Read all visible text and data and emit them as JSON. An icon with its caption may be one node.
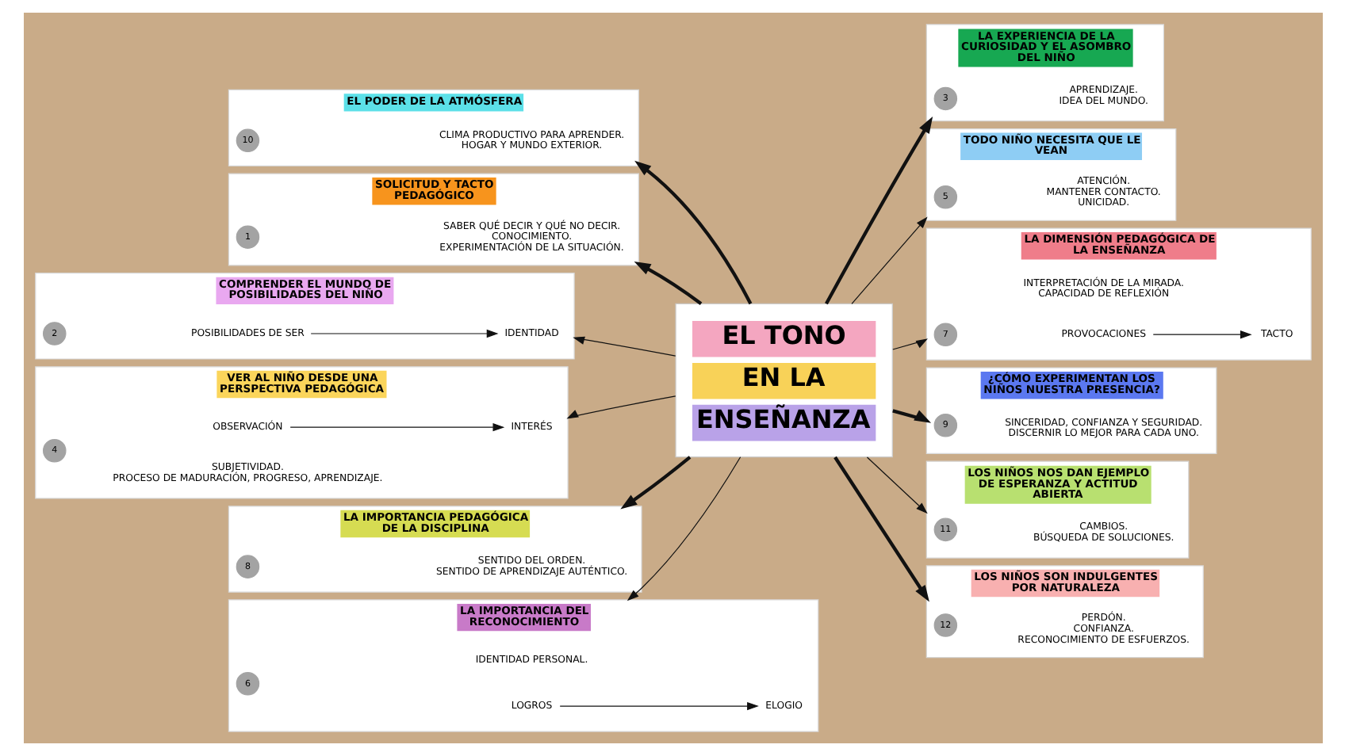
{
  "diagram": {
    "nodes": [
      {
        "text": [
          "EL TONO",
          "EN LA",
          "ENSEÑANZA"
        ]
      },
      {
        "text": [
          "SOLICITUD Y TACTO PEDAGÓGICO"
        ]
      },
      {
        "text": [
          "1"
        ],
        "in": 1
      },
      {
        "text": [
          "SABER QUÉ DECIR Y QUÉ NO DECIR.",
          "CONOCIMIENTO.",
          "EXPERIMENTACIÓN DE LA SITUACIÓN."
        ],
        "in": 1
      },
      {
        "text": [
          "COMPRENDER EL MUNDO DE POSIBILIDADES DEL NIÑO"
        ]
      },
      {
        "text": [
          "2"
        ],
        "in": 4
      },
      {
        "text": [
          "POSIBILIDADES DE SER"
        ],
        "in": 4
      },
      {
        "text": [
          "IDENTIDAD"
        ],
        "in": 4
      },
      {
        "text": [
          "LA EXPERIENCIA DE LA CURIOSIDAD Y EL ASOMBRO DEL NIÑO"
        ]
      },
      {
        "text": [
          "3"
        ],
        "in": 8
      },
      {
        "text": [
          "APRENDIZAJE.",
          "IDEA DEL MUNDO."
        ],
        "in": 8
      },
      {
        "text": [
          "VER AL NIÑO DESDE UNA PERSPECTIVA PEDAGÓGICA"
        ]
      },
      {
        "text": [
          "4"
        ],
        "in": 11
      },
      {
        "text": [
          "SUBJETIVIDAD.",
          "PROCESO DE MADURACIÓN, PROGRESO, APRENDIZAJE."
        ],
        "in": 11
      },
      {
        "text": [
          "OBSERVACIÓN"
        ],
        "in": 11
      },
      {
        "text": [
          "INTERÉS"
        ],
        "in": 11
      },
      {
        "text": [
          "TODO NIÑO NECESITA QUE LE VEAN"
        ]
      },
      {
        "text": [
          "5"
        ],
        "in": 16
      },
      {
        "text": [
          "ATENCIÓN.",
          "MANTENER CONTACTO.",
          "UNICIDAD."
        ],
        "in": 16
      },
      {
        "text": [
          "LA IMPORTANCIA DEL RECONOCIMIENTO"
        ]
      },
      {
        "text": [
          "6"
        ],
        "in": 19
      },
      {
        "text": [
          "LOGROS"
        ],
        "in": 19
      },
      {
        "text": [
          "ELOGIO"
        ],
        "in": 19
      },
      {
        "text": [
          "IDENTIDAD PERSONAL."
        ],
        "in": 19
      },
      {
        "text": [
          "LA DIMENSIÓN PEDAGÓGICA DE LA ENSEÑANZA"
        ]
      },
      {
        "text": [
          "7"
        ],
        "in": 24
      },
      {
        "text": [
          "PROVOCACIONES"
        ],
        "in": 24
      },
      {
        "text": [
          "TACTO"
        ],
        "in": 24
      },
      {
        "text": [
          "INTERPRETACIÓN DE LA MIRADA.",
          "CAPACIDAD DE REFLEXIÓN"
        ],
        "in": 24
      },
      {
        "text": [
          "LA IMPORTANCIA PEDAGÓGICA DE LA DISCIPLINA"
        ]
      },
      {
        "text": [
          "8"
        ],
        "in": 29
      },
      {
        "text": [
          "SENTIDO DEL ORDEN.",
          "SENTIDO DE APRENDIZAJE AUTÉNTICO."
        ],
        "in": 29
      },
      {
        "text": [
          "¿CÓMO EXPERIMENTAN LOS NIÑOS NUESTRA PRESENCIA?"
        ]
      },
      {
        "text": [
          "9"
        ],
        "in": 32
      },
      {
        "text": [
          "SINCERIDAD, CONFIANZA Y SEGURIDAD.",
          "DISCERNIR LO MEJOR PARA CADA UNO."
        ],
        "in": 32
      },
      {
        "text": [
          "EL PODER DE LA ATMÓSFERA"
        ]
      },
      {
        "text": [
          "10"
        ],
        "in": 35
      },
      {
        "text": [
          "CLIMA PRODUCTIVO PARA APRENDER.",
          "HOGAR Y MUNDO EXTERIOR."
        ],
        "in": 35
      },
      {
        "text": [
          "LOS NIÑOS NOS DAN EJEMPLO DE ESPERANZA Y ACTITUD ABIERTA"
        ]
      },
      {
        "text": [
          "11"
        ],
        "in": 38
      },
      {
        "text": [
          "CAMBIOS.",
          "BÚSQUEDA DE SOLUCIONES."
        ],
        "in": 38
      },
      {
        "text": [
          "LOS NIÑOS SON INDULGENTES POR NATURALEZA"
        ]
      },
      {
        "text": [
          "12"
        ],
        "in": 41
      },
      {
        "text": [
          "PERDÓN.",
          "CONFIANZA.",
          "RECONOCIMIENTO DE ESFUERZOS."
        ],
        "in": 41
      }
    ],
    "edges": [
      {
        "from": 0,
        "to": 1,
        "arrow": "to",
        "style": "thick"
      },
      {
        "from": 0,
        "to": 4,
        "arrow": "to"
      },
      {
        "from": 0,
        "to": 8,
        "arrow": "to",
        "style": "thick"
      },
      {
        "from": 0,
        "to": 11,
        "arrow": "to"
      },
      {
        "from": 0,
        "to": 16,
        "arrow": "to"
      },
      {
        "from": 0,
        "to": 19,
        "arrow": "to"
      },
      {
        "from": 0,
        "to": 24,
        "arrow": "to"
      },
      {
        "from": 0,
        "to": 29,
        "arrow": "to",
        "style": "thick"
      },
      {
        "from": 0,
        "to": 32,
        "arrow": "to",
        "style": "thick"
      },
      {
        "from": 0,
        "to": 35,
        "arrow": "to",
        "style": "thick"
      },
      {
        "from": 0,
        "to": 38,
        "arrow": "to"
      },
      {
        "from": 0,
        "to": 41,
        "arrow": "to",
        "style": "thick"
      },
      {
        "from": 6,
        "to": 7,
        "arrow": "to"
      },
      {
        "from": 14,
        "to": 15,
        "arrow": "to"
      },
      {
        "from": 21,
        "to": 22,
        "arrow": "to"
      },
      {
        "from": 26,
        "to": 27,
        "arrow": "to"
      }
    ]
  }
}
